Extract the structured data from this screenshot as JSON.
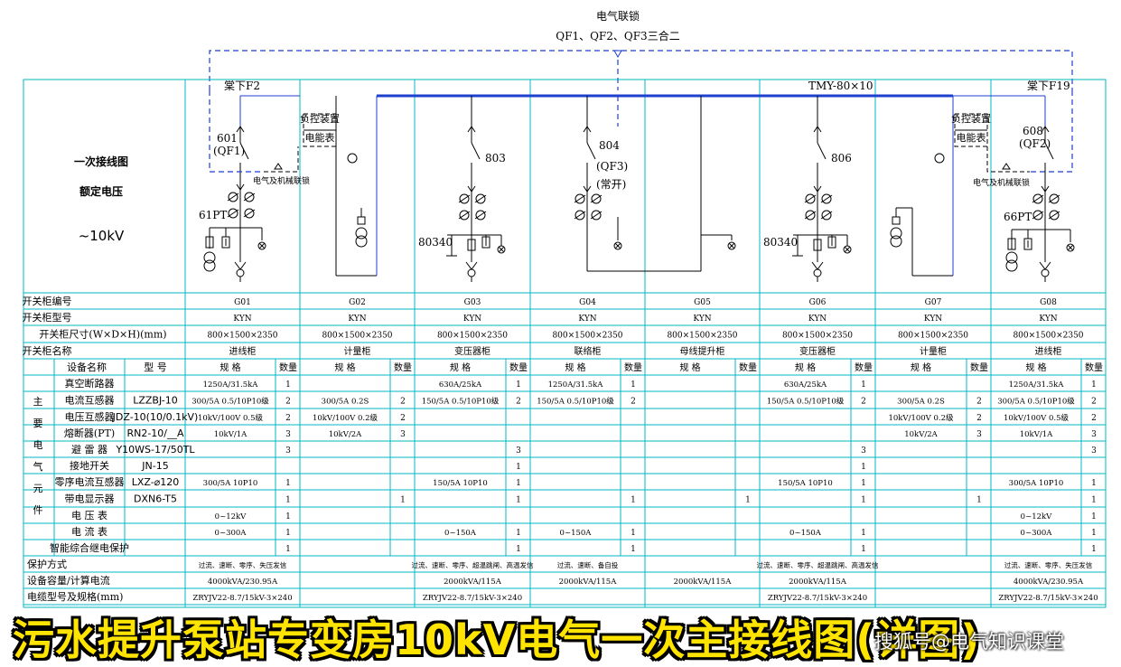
{
  "interlock": {
    "title": "电气联锁",
    "subtitle": "QF1、QF2、QF3三合二"
  },
  "left_panel": {
    "line1": "一次接线图",
    "line2": "额定电压",
    "line3": "~10kV"
  },
  "diagram_labels": {
    "bus_left": "棠下F2",
    "bus_right": "棠下F19",
    "busbar": "TMY-80×10",
    "g01_breaker": "601",
    "g01_qf": "(QF1)",
    "g01_pt": "61PT",
    "g02_box1": "负控装置",
    "g02_box2": "电能表",
    "mech_interlock_left": "电气及机械联锁",
    "g03_breaker": "803",
    "g03_cable": "80340",
    "g04_breaker": "804",
    "g04_qf": "(QF3)",
    "g04_state": "(常开)",
    "g06_breaker": "806",
    "g06_cable": "80340",
    "g07_box1": "负控装置",
    "g07_box2": "电能表",
    "mech_interlock_right": "电气及机械联锁",
    "g08_breaker": "608",
    "g08_qf": "(QF2)",
    "g08_pt": "66PT"
  },
  "table": {
    "row_headers": {
      "cabinet_no": "开关柜编号",
      "cabinet_type": "开关柜型号",
      "cabinet_size": "开关柜尺寸(W×D×H)(mm)",
      "cabinet_name": "开关柜名称",
      "equip_name": "设备名称",
      "model": "型 号",
      "spec": "规 格",
      "qty": "数量",
      "group_label": [
        "主",
        "要",
        "电",
        "气",
        "元",
        "件"
      ]
    },
    "cabinets": [
      {
        "no": "G01",
        "type": "KYN",
        "size": "800×1500×2350",
        "name": "进线柜"
      },
      {
        "no": "G02",
        "type": "KYN",
        "size": "800×1500×2350",
        "name": "计量柜"
      },
      {
        "no": "G03",
        "type": "KYN",
        "size": "800×1500×2350",
        "name": "变压器柜"
      },
      {
        "no": "G04",
        "type": "KYN",
        "size": "800×1500×2350",
        "name": "联络柜"
      },
      {
        "no": "G05",
        "type": "KYN",
        "size": "800×1500×2350",
        "name": "母线提升柜"
      },
      {
        "no": "G06",
        "type": "KYN",
        "size": "800×1500×2350",
        "name": "变压器柜"
      },
      {
        "no": "G07",
        "type": "KYN",
        "size": "800×1500×2350",
        "name": "计量柜"
      },
      {
        "no": "G08",
        "type": "KYN",
        "size": "800×1500×2350",
        "name": "进线柜"
      }
    ],
    "equipment": [
      {
        "name": "真空断路器",
        "model": "",
        "cells": [
          [
            "1250A/31.5kA",
            "1"
          ],
          [
            "",
            ""
          ],
          [
            "630A/25kA",
            "1"
          ],
          [
            "1250A/31.5kA",
            "1"
          ],
          [
            "",
            ""
          ],
          [
            "630A/25kA",
            "1"
          ],
          [
            "",
            ""
          ],
          [
            "1250A/31.5kA",
            "1"
          ]
        ]
      },
      {
        "name": "电流互感器",
        "model": "LZZBJ-10",
        "cells": [
          [
            "300/5A 0.5/10P10级",
            "2"
          ],
          [
            "300/5A 0.2S",
            "2"
          ],
          [
            "150/5A 0.5/10P10级",
            "2"
          ],
          [
            "150/5A 0.5/10P10级",
            "2"
          ],
          [
            "",
            ""
          ],
          [
            "150/5A 0.5/10P10级",
            "2"
          ],
          [
            "300/5A 0.2S",
            "2"
          ],
          [
            "300/5A 0.5/10P10级",
            "2"
          ]
        ]
      },
      {
        "name": "电压互感器",
        "model": "JDZ-10(10/0.1kV)",
        "cells": [
          [
            "10kV/100V 0.5级",
            "2"
          ],
          [
            "10kV/100V 0.2级",
            "2"
          ],
          [
            "",
            ""
          ],
          [
            "",
            ""
          ],
          [
            "",
            ""
          ],
          [
            "",
            ""
          ],
          [
            "10kV/100V 0.2级",
            "2"
          ],
          [
            "10kV/100V 0.5级",
            "2"
          ]
        ]
      },
      {
        "name": "熔断器(PT)",
        "model": "RN2-10/__A",
        "cells": [
          [
            "10kV/1A",
            "3"
          ],
          [
            "10kV/2A",
            "3"
          ],
          [
            "",
            ""
          ],
          [
            "",
            ""
          ],
          [
            "",
            ""
          ],
          [
            "",
            ""
          ],
          [
            "10kV/2A",
            "3"
          ],
          [
            "10kV/1A",
            "3"
          ]
        ]
      },
      {
        "name": "避 雷 器",
        "model": "Y10WS-17/50TL",
        "cells": [
          [
            "",
            "3"
          ],
          [
            "",
            ""
          ],
          [
            "",
            "3"
          ],
          [
            "",
            ""
          ],
          [
            "",
            ""
          ],
          [
            "",
            "3"
          ],
          [
            "",
            ""
          ],
          [
            "",
            "3"
          ]
        ]
      },
      {
        "name": "接地开关",
        "model": "JN-15",
        "cells": [
          [
            "",
            ""
          ],
          [
            "",
            ""
          ],
          [
            "",
            "1"
          ],
          [
            "",
            ""
          ],
          [
            "",
            ""
          ],
          [
            "",
            "1"
          ],
          [
            "",
            ""
          ],
          [
            "",
            ""
          ]
        ]
      },
      {
        "name": "零序电流互感器",
        "model": "LXZ-⌀120",
        "cells": [
          [
            "300/5A 10P10",
            "1"
          ],
          [
            "",
            ""
          ],
          [
            "150/5A 10P10",
            "1"
          ],
          [
            "",
            ""
          ],
          [
            "",
            ""
          ],
          [
            "150/5A 10P10",
            "1"
          ],
          [
            "",
            ""
          ],
          [
            "300/5A 10P10",
            "1"
          ]
        ]
      },
      {
        "name": "带电显示器",
        "model": "DXN6-T5",
        "cells": [
          [
            "",
            "1"
          ],
          [
            "",
            "1"
          ],
          [
            "",
            "1"
          ],
          [
            "",
            "1"
          ],
          [
            "",
            "1"
          ],
          [
            "",
            "1"
          ],
          [
            "",
            "1"
          ],
          [
            "",
            "1"
          ]
        ]
      },
      {
        "name": "电 压 表",
        "model": "",
        "cells": [
          [
            "0~12kV",
            "1"
          ],
          [
            "",
            ""
          ],
          [
            "",
            ""
          ],
          [
            "",
            ""
          ],
          [
            "",
            ""
          ],
          [
            "",
            ""
          ],
          [
            "",
            ""
          ],
          [
            "0~12kV",
            "1"
          ]
        ]
      },
      {
        "name": "电 流 表",
        "model": "",
        "cells": [
          [
            "0~300A",
            "1"
          ],
          [
            "",
            ""
          ],
          [
            "0~150A",
            "1"
          ],
          [
            "0~150A",
            "1"
          ],
          [
            "",
            ""
          ],
          [
            "0~150A",
            "1"
          ],
          [
            "",
            ""
          ],
          [
            "0~300A",
            "1"
          ]
        ]
      },
      {
        "name": "智能综合继电保护",
        "model": "",
        "cells": [
          [
            "",
            "1"
          ],
          [
            "",
            ""
          ],
          [
            "",
            "1"
          ],
          [
            "",
            "1"
          ],
          [
            "",
            ""
          ],
          [
            "",
            "1"
          ],
          [
            "",
            ""
          ],
          [
            "",
            "1"
          ]
        ]
      }
    ],
    "protection": {
      "label": "保护方式",
      "cells": [
        "过流、速断、零序、失压发信",
        "",
        "过流、速断、零序、超温跳闸、高温发信",
        "过流、速断、备自投",
        "",
        "过流、速断、零序、超温跳闸、高温发信",
        "",
        "过流、速断、零序、失压发信"
      ]
    },
    "capacity": {
      "label": "设备容量/计算电流",
      "cells": [
        "4000kVA/230.95A",
        "",
        "2000kVA/115A",
        "2000kVA/115A",
        "2000kVA/115A",
        "2000kVA/115A",
        "",
        "4000kVA/230.95A"
      ]
    },
    "cable": {
      "label": "电缆型号及规格(mm)",
      "cells": [
        "ZRYJV22-8.7/15kV-3×240",
        "",
        "ZRYJV22-8.7/15kV-3×240",
        "",
        "",
        "ZRYJV22-8.7/15kV-3×240",
        "",
        "ZRYJV22-8.7/15kV-3×240"
      ]
    }
  },
  "banner": {
    "title": "污水提升泵站专变房10kV电气一次主接线图(详图)",
    "watermark": "搜狐号@电气知识课堂"
  }
}
